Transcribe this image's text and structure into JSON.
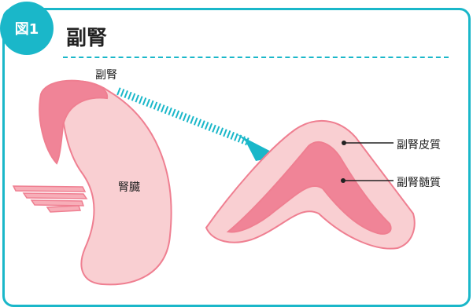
{
  "figure": {
    "badge": "図1",
    "title": "副腎",
    "labels": {
      "adrenal": "副腎",
      "kidney": "腎臓",
      "cortex": "副腎皮質",
      "medulla": "副腎髄質"
    },
    "colors": {
      "accent": "#1ab7c9",
      "outer_tissue": "#f9cfd2",
      "inner_tissue": "#f08497",
      "outline": "#ef7f91"
    }
  }
}
